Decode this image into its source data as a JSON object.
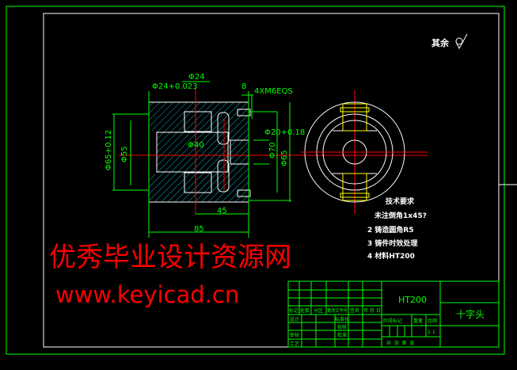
{
  "drawing": {
    "roughness_note": "其余",
    "dimensions": {
      "d24_tol": "Φ24+0.023",
      "d24": "Φ24",
      "d8": "8",
      "thread": "4XM6EQS",
      "d20_tol": "Φ20+0.18",
      "d40": "Φ40",
      "d65_tol": "Φ65+0.12",
      "d55": "Φ55",
      "d70": "Φ70",
      "d65_right": "Φ65",
      "len45": "45",
      "len85": "85"
    },
    "technical_requirements": {
      "title": "技术要求",
      "items": [
        "未注倒角1x45?",
        "2  铸造圆角R5",
        "3  铸件时效处理",
        "4  材料HT200"
      ]
    },
    "watermark": {
      "cn": "优秀毕业设计资源网",
      "url": "www.keyicad.cn"
    }
  },
  "title_block": {
    "material": "HT200",
    "part_name": "十字头",
    "scale": "1:1",
    "labels": {
      "mark": "标记",
      "count": "处数",
      "zone": "分区",
      "doc_no": "更改文件号",
      "sign": "签名",
      "date": "年 月 日",
      "design": "设计",
      "standardize": "标准化",
      "review": "审核",
      "process": "工艺",
      "approve": "批准",
      "check": "校核",
      "stage_mark": "阶段标记",
      "weight": "重量",
      "scale_label": "比例",
      "sheets": "共  张  第  张"
    }
  },
  "colors": {
    "border": "#00ff00",
    "frame": "#ffffff",
    "centerline": "#ff0000",
    "hatch": "#00e5ff",
    "hidden": "#ffff00",
    "watermark": "#ff0000"
  }
}
